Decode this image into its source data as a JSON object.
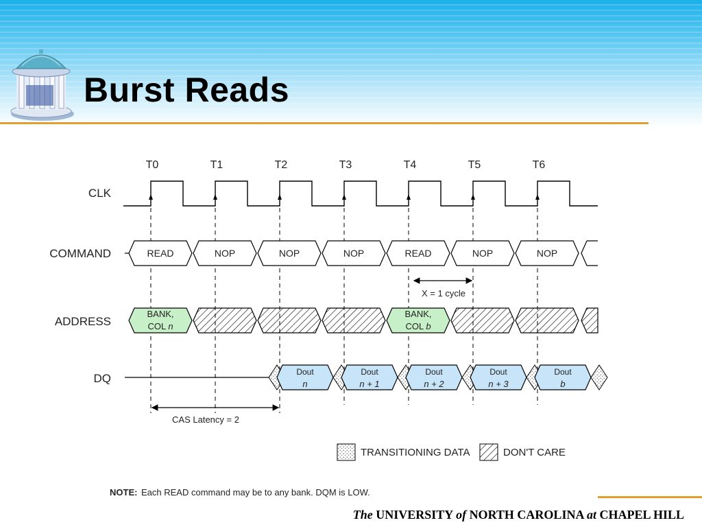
{
  "slide": {
    "title": "Burst Reads"
  },
  "timing": {
    "clock_labels": [
      "T0",
      "T1",
      "T2",
      "T3",
      "T4",
      "T5",
      "T6"
    ],
    "signals": [
      "CLK",
      "COMMAND",
      "ADDRESS",
      "DQ"
    ],
    "commands": [
      "READ",
      "NOP",
      "NOP",
      "NOP",
      "READ",
      "NOP",
      "NOP"
    ],
    "address": [
      {
        "line1": "BANK,",
        "line2": "COL ",
        "var": "n",
        "type": "valid"
      },
      {
        "type": "dontcare"
      },
      {
        "type": "dontcare"
      },
      {
        "type": "dontcare"
      },
      {
        "line1": "BANK,",
        "line2": "COL ",
        "var": "b",
        "type": "valid"
      },
      {
        "type": "dontcare"
      },
      {
        "type": "dontcare"
      }
    ],
    "dq": [
      {
        "top": "Dout",
        "bottom": "n"
      },
      {
        "top": "Dout",
        "bottom": "n + 1"
      },
      {
        "top": "Dout",
        "bottom": "n + 2"
      },
      {
        "top": "Dout",
        "bottom": "n + 3"
      },
      {
        "top": "Dout",
        "bottom": "b"
      }
    ],
    "x_annotation": "X = 1 cycle",
    "cas_annotation": "CAS Latency = 2",
    "legend": {
      "transitioning": "TRANSITIONING DATA",
      "dontcare": "DON'T CARE"
    },
    "note_label": "NOTE:",
    "note_text": "Each READ command may be to any bank. DQM is LOW.",
    "colors": {
      "valid_address": "#c8f0c8",
      "data": "#c8e4f8",
      "header_blue": "#1ab0ea",
      "rule": "#e0a030"
    }
  },
  "footer": {
    "the": "The",
    "university": "UNIVERSITY",
    "of": "of",
    "state": "NORTH CAROLINA",
    "at": "at",
    "place": "CHAPEL HILL"
  }
}
